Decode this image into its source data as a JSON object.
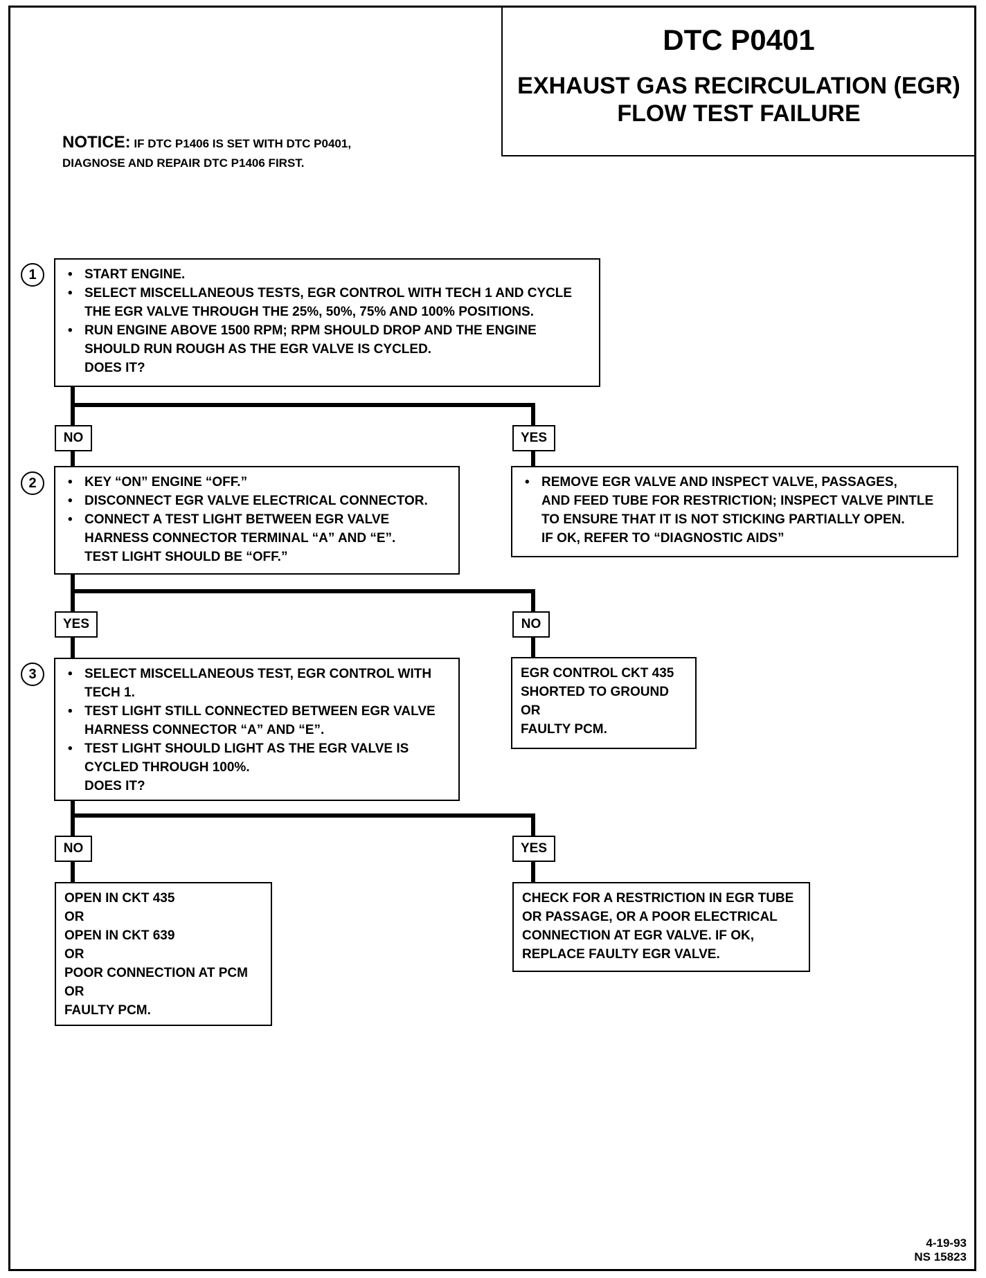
{
  "header": {
    "code": "DTC P0401",
    "title_line1": "EXHAUST GAS RECIRCULATION (EGR)",
    "title_line2": "FLOW TEST FAILURE"
  },
  "notice": {
    "lead": "NOTICE:",
    "line1": "IF DTC P1406 IS SET WITH DTC P0401,",
    "line2": "DIAGNOSE AND REPAIR DTC P1406 FIRST."
  },
  "steps": [
    {
      "number": "1",
      "items": [
        [
          "START ENGINE."
        ],
        [
          "SELECT MISCELLANEOUS TESTS, EGR CONTROL WITH TECH 1 AND CYCLE",
          "THE EGR VALVE THROUGH THE 25%, 50%, 75% AND 100% POSITIONS."
        ],
        [
          "RUN ENGINE ABOVE 1500 RPM; RPM SHOULD DROP AND THE ENGINE",
          "SHOULD RUN ROUGH AS THE EGR VALVE IS CYCLED."
        ]
      ],
      "question": "DOES IT?",
      "branch_left": "NO",
      "branch_right": "YES"
    },
    {
      "number": "2",
      "items": [
        [
          "KEY “ON” ENGINE “OFF.”"
        ],
        [
          "DISCONNECT EGR VALVE ELECTRICAL CONNECTOR."
        ],
        [
          "CONNECT A TEST LIGHT BETWEEN EGR VALVE",
          "HARNESS CONNECTOR TERMINAL “A” AND “E”."
        ]
      ],
      "question": "TEST LIGHT SHOULD BE “OFF.”",
      "branch_left": "YES",
      "branch_right": "NO"
    },
    {
      "number": "3",
      "items": [
        [
          "SELECT MISCELLANEOUS TEST, EGR CONTROL WITH",
          "TECH 1."
        ],
        [
          "TEST LIGHT STILL CONNECTED BETWEEN EGR VALVE",
          "HARNESS CONNECTOR “A” AND “E”."
        ],
        [
          "TEST LIGHT SHOULD LIGHT AS THE EGR VALVE IS",
          "CYCLED THROUGH 100%."
        ]
      ],
      "question": "DOES IT?",
      "branch_left": "NO",
      "branch_right": "YES"
    }
  ],
  "results": {
    "step1_yes": [
      "REMOVE EGR VALVE AND INSPECT VALVE, PASSAGES,",
      "AND FEED TUBE FOR RESTRICTION; INSPECT VALVE PINTLE",
      "TO ENSURE THAT IT IS NOT STICKING PARTIALLY OPEN.",
      "IF OK, REFER TO “DIAGNOSTIC AIDS”"
    ],
    "step2_no": [
      "EGR CONTROL CKT 435",
      "SHORTED TO GROUND",
      "OR",
      "FAULTY PCM."
    ],
    "step3_no": [
      "OPEN IN CKT 435",
      "OR",
      "OPEN IN CKT 639",
      "OR",
      "POOR CONNECTION AT PCM",
      "OR",
      "FAULTY PCM."
    ],
    "step3_yes": [
      "CHECK FOR A RESTRICTION IN EGR TUBE",
      "OR PASSAGE, OR A POOR ELECTRICAL",
      "CONNECTION AT EGR VALVE.  IF OK,",
      "REPLACE FAULTY EGR VALVE."
    ]
  },
  "footer": {
    "date": "4-19-93",
    "ref": "NS 15823"
  }
}
